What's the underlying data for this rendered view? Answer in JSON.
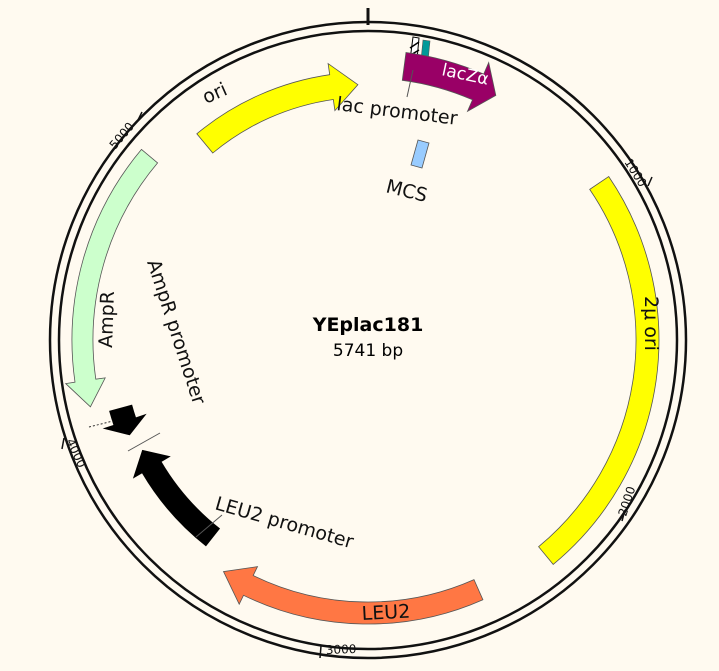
{
  "plasmid": {
    "name": "YEplac181",
    "size_label": "5741 bp",
    "length": 5741
  },
  "ticks": [
    {
      "label": "1000",
      "pos": 1000
    },
    {
      "label": "2000",
      "pos": 2000
    },
    {
      "label": "3000",
      "pos": 3000
    },
    {
      "label": "4000",
      "pos": 4000
    },
    {
      "label": "5000",
      "pos": 5000
    }
  ],
  "features": {
    "ori": {
      "label": "ori",
      "start": 5108,
      "end": 5705,
      "strand": "+",
      "color": "#ffff00"
    },
    "lacza": {
      "label": "lacZα",
      "start": 120,
      "end": 440,
      "strand": "+",
      "color": "#990066"
    },
    "lac_promoter": {
      "label": "lac promoter",
      "start": 60,
      "end": 91,
      "color": "#ffffff"
    },
    "cap_site": {
      "color": "#009999"
    },
    "mcs": {
      "label": "MCS",
      "color": "#99ccff"
    },
    "two_micron_ori": {
      "label": "2μ ori",
      "start": 890,
      "end": 2240,
      "strand": "+",
      "color": "#ffff00"
    },
    "leu2": {
      "label": "LEU2",
      "start": 2490,
      "end": 3380,
      "strand": "+",
      "color": "#ff7744"
    },
    "leu2_promoter": {
      "label": "LEU2 promoter",
      "start": 3480,
      "end": 3890,
      "strand": "+",
      "color": "#000000"
    },
    "ampr": {
      "label": "AmpR",
      "start": 4090,
      "end": 4945,
      "strand": "-",
      "color": "#ccffcc"
    },
    "ampr_promoter": {
      "label": "AmpR promoter",
      "start": 3960,
      "end": 4060,
      "strand": "-",
      "color": "#000000"
    }
  }
}
